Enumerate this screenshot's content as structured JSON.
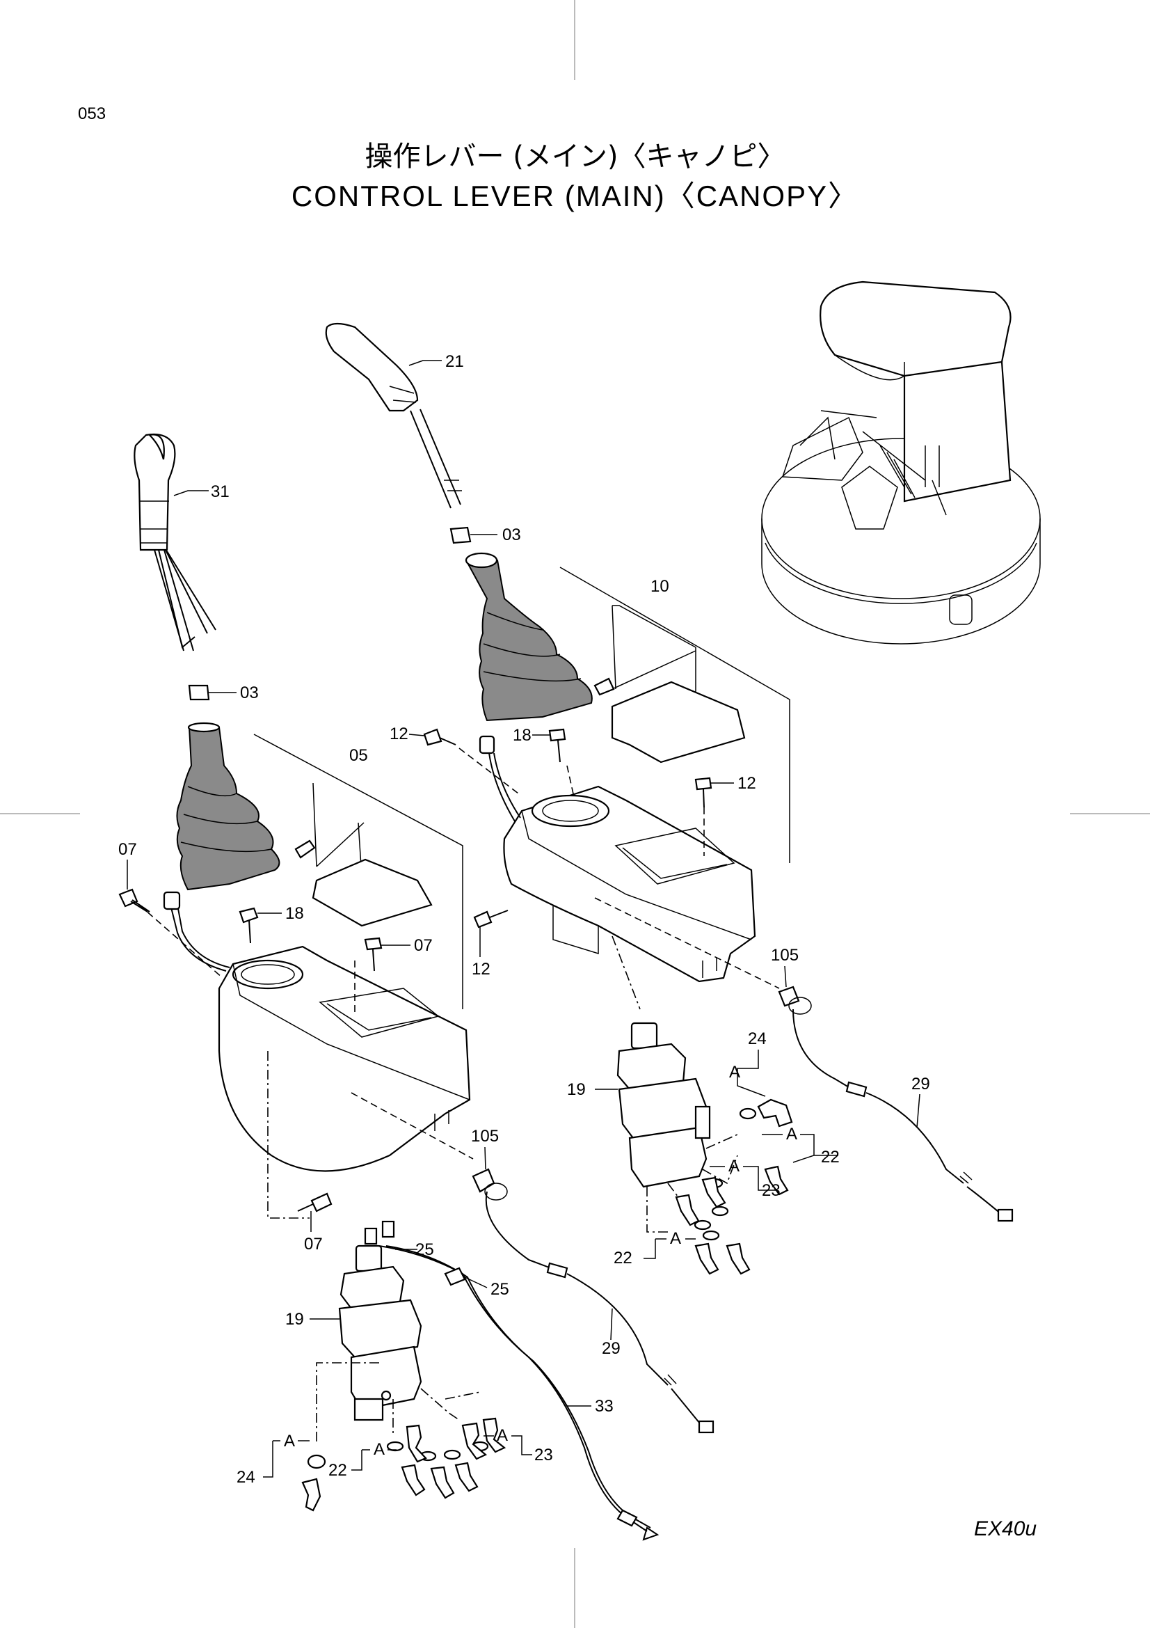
{
  "page_number": "053",
  "title_ja": "操作レバー (メイン)〈キャノピ〉",
  "title_en": "CONTROL LEVER (MAIN)〈CANOPY〉",
  "model": "EX40u",
  "callouts": {
    "c21": "21",
    "c31": "31",
    "c03a": "03",
    "c03b": "03",
    "c10": "10",
    "c05": "05",
    "c12a": "12",
    "c18a": "18",
    "c12b": "12",
    "c12c": "12",
    "c07a": "07",
    "c18b": "18",
    "c07b": "07",
    "c105a": "105",
    "c24a": "24",
    "c19a": "19",
    "cAa": "A",
    "cAb": "A",
    "c22a": "22",
    "cAc": "A",
    "c23a": "23",
    "c29a": "29",
    "cAd": "A",
    "c22b": "22",
    "c105b": "105",
    "c07c": "07",
    "c25a": "25",
    "c25b": "25",
    "c19b": "19",
    "c29b": "29",
    "c33": "33",
    "cAe": "A",
    "c24b": "24",
    "cAf": "A",
    "c22c": "22",
    "cAg": "A",
    "c23b": "23"
  }
}
